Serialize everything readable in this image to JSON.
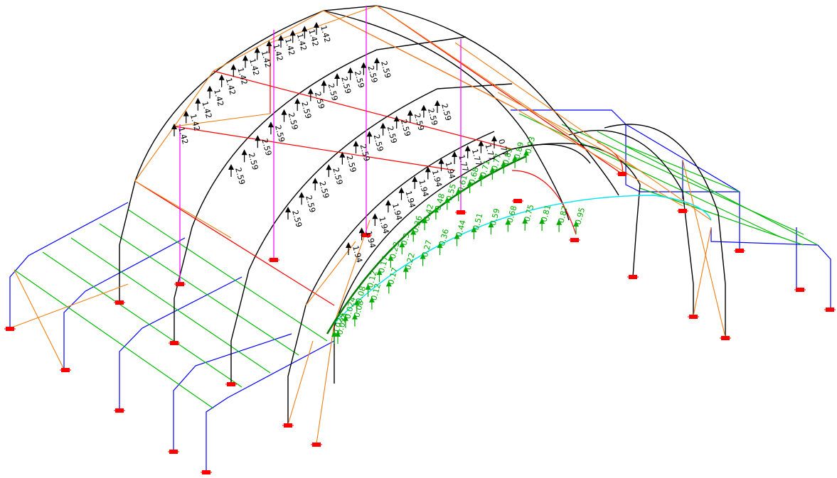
{
  "colors": {
    "frame": "#000000",
    "bracing": "#f07f14",
    "ridge_purlin": "#ff0000",
    "side_frame": "#0000ff",
    "side_purlin": "#00bb00",
    "hanger": "#ff00ff",
    "arch_edge": "#00e5ee",
    "support": "#ff0000",
    "wind_load": "#00aa00",
    "roof_load": "#000000"
  },
  "roof_loads": {
    "row1": [
      "1.42",
      "1.42",
      "1.42",
      "1.42",
      "1.42",
      "1.42",
      "1.42",
      "1.42",
      "1.42",
      "1.42",
      "1.42",
      "1.42",
      "1.42"
    ],
    "row2": [
      "2.59",
      "2.59",
      "2.59",
      "2.59",
      "2.59",
      "2.59",
      "2.59",
      "2.59",
      "2.59",
      "2.59",
      "2.59",
      "2.59"
    ],
    "row3": [
      "2.59",
      "2.59",
      "2.59",
      "2.59",
      "2.59",
      "2.59",
      "2.59",
      "2.59",
      "2.59",
      "2.59",
      "2.59",
      "2.59"
    ],
    "row4": [
      "1.94",
      "1.94",
      "1.94",
      "1.94",
      "1.94",
      "1.94",
      "1.94",
      "1.94",
      "1.77",
      "1.77",
      "1.77",
      "0.77"
    ]
  },
  "wind_loads": {
    "upper": [
      "0.024",
      "0.024",
      "0.08",
      "0.12",
      "0.17",
      "0.23",
      "0.3",
      "0.36",
      "0.42",
      "0.48",
      "0.55",
      "0.61",
      "0.68",
      "0.71",
      "0.77",
      "0.83",
      "0.89",
      "0.93"
    ],
    "lower": [
      "0.024",
      "0.08",
      "0.12",
      "0.17",
      "0.22",
      "0.27",
      "0.36",
      "0.44",
      "0.51",
      "0.59",
      "0.68",
      "0.75",
      "0.81",
      "0.87",
      "0.95"
    ]
  }
}
